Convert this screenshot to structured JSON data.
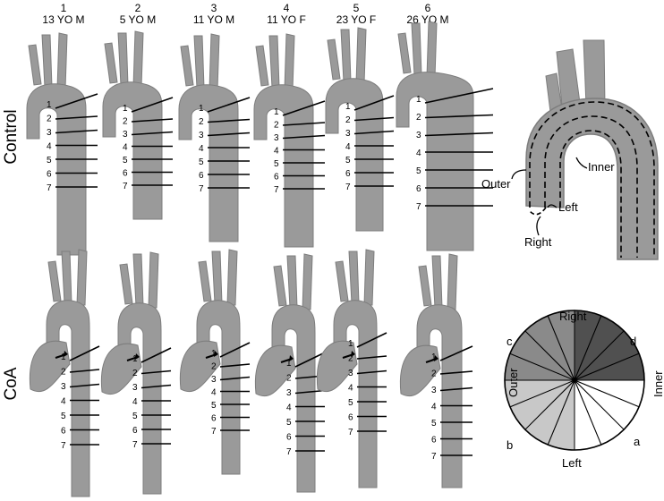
{
  "columns": [
    {
      "number": "1",
      "label": "13 YO M"
    },
    {
      "number": "2",
      "label": "5 YO M"
    },
    {
      "number": "3",
      "label": "11 YO M"
    },
    {
      "number": "4",
      "label": "11 YO F"
    },
    {
      "number": "5",
      "label": "23 YO F"
    },
    {
      "number": "6",
      "label": "26 YO M"
    }
  ],
  "rows": {
    "control": "Control",
    "coa": "CoA"
  },
  "slice_numbers": [
    "1",
    "2",
    "3",
    "4",
    "5",
    "6",
    "7"
  ],
  "schematic": {
    "outer": "Outer",
    "inner": "Inner",
    "left": "Left",
    "right": "Right"
  },
  "wheel": {
    "top": "Right",
    "bottom": "Left",
    "left": "Outer",
    "right": "Inner",
    "a": "a",
    "b": "b",
    "c": "c",
    "d": "d"
  },
  "colors": {
    "vessel": "#9a9a9a",
    "vessel_edge": "#7d7d7d",
    "dark": "#505050",
    "mid": "#8a8a8a",
    "light": "#c8c8c8",
    "white": "#ffffff"
  }
}
